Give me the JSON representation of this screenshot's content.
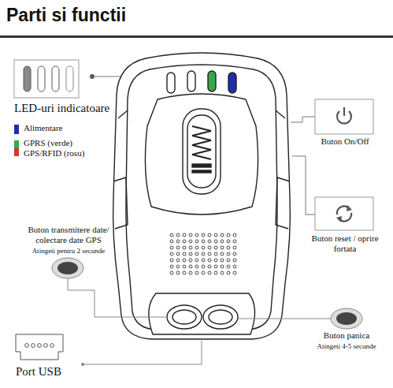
{
  "diagram": {
    "title": "Parti si functii",
    "labels": [
      "LED-uri indicatoare",
      "Buton On/Off",
      "Buton reset / oprire fortata",
      "Buton transmitere date/ colectare date GPS",
      "Atingeti pentru 2 secunde",
      "Buton panica",
      "Atingeti 4-5 secunde",
      "Port USB"
    ],
    "legend": [
      {
        "text": "Alimentare",
        "color": "#1f2fa8"
      },
      {
        "text": "GPRS (verde)",
        "color": "#3aa648"
      },
      {
        "text": "GPS/RFID (rosu)",
        "color": "#d9342b"
      }
    ]
  }
}
